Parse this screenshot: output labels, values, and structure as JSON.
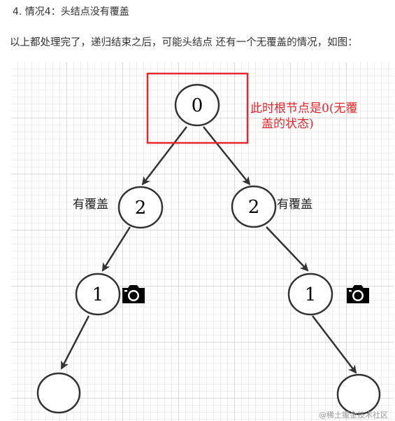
{
  "heading": "4. 情况4：头结点没有覆盖",
  "paragraph": "以上都处理完了，递归结束之后，可能头结点 还有一个无覆盖的情况，如图：",
  "diagram": {
    "nodes": [
      {
        "id": "root",
        "label": "0"
      },
      {
        "id": "left",
        "label": "2"
      },
      {
        "id": "right",
        "label": "2"
      },
      {
        "id": "left-child",
        "label": "1"
      },
      {
        "id": "right-child",
        "label": "1"
      },
      {
        "id": "left-leaf",
        "label": ""
      },
      {
        "id": "right-leaf",
        "label": ""
      }
    ],
    "edges": [
      {
        "from": "root",
        "to": "left"
      },
      {
        "from": "root",
        "to": "right"
      },
      {
        "from": "left",
        "to": "left-child"
      },
      {
        "from": "right",
        "to": "right-child"
      },
      {
        "from": "left-child",
        "to": "left-leaf"
      },
      {
        "from": "right-child",
        "to": "right-leaf"
      }
    ],
    "left_covered_label": "有覆盖",
    "right_covered_label": "有覆盖",
    "note_line1": "此时根节点是0(无覆",
    "note_line2": "盖的状态)",
    "camera_icon": "camera-icon",
    "highlight_color": "#e8262c"
  },
  "watermark": "@稀土掘金技术社区"
}
